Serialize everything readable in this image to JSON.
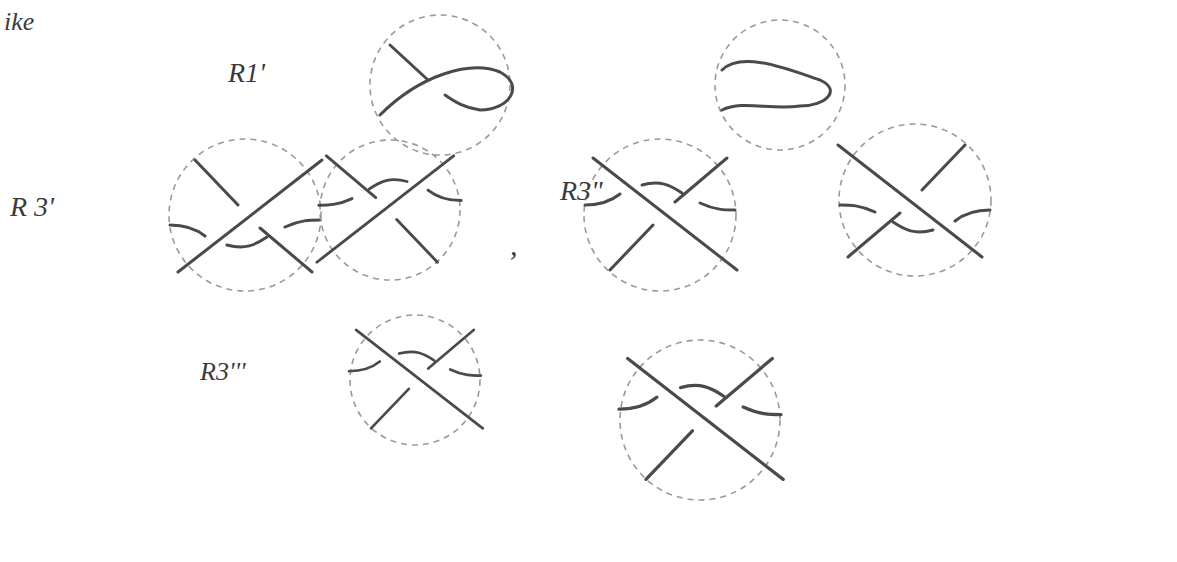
{
  "diagram": {
    "labels": [
      "ike",
      "R1'",
      "R 3'",
      ",",
      "R3\"",
      "R3'''"
    ]
  }
}
